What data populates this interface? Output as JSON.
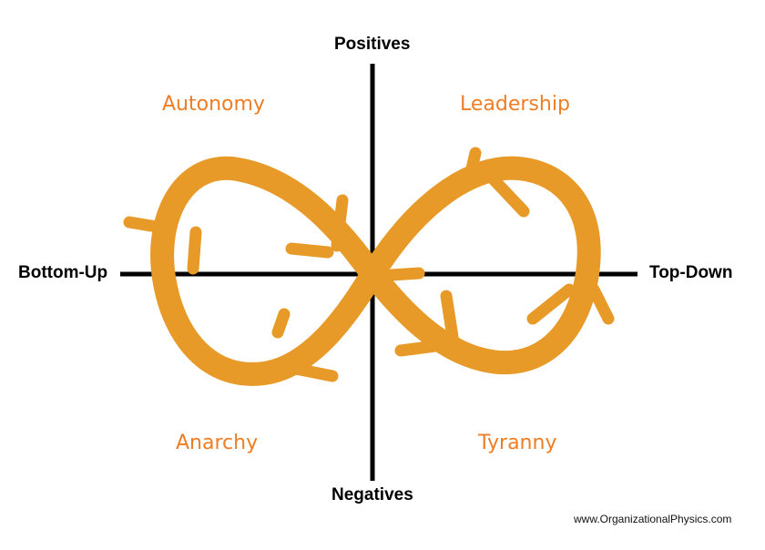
{
  "colors": {
    "accent": "#e89a28",
    "label": "#ee7d24",
    "axis": "#000000",
    "background": "#ffffff"
  },
  "axes": {
    "top": "Positives",
    "bottom": "Negatives",
    "left": "Bottom-Up",
    "right": "Top-Down"
  },
  "quadrants": {
    "top_left": "Autonomy",
    "top_right": "Leadership",
    "bottom_left": "Anarchy",
    "bottom_right": "Tyranny"
  },
  "footer": {
    "source": "www.OrganizationalPhysics.com"
  }
}
